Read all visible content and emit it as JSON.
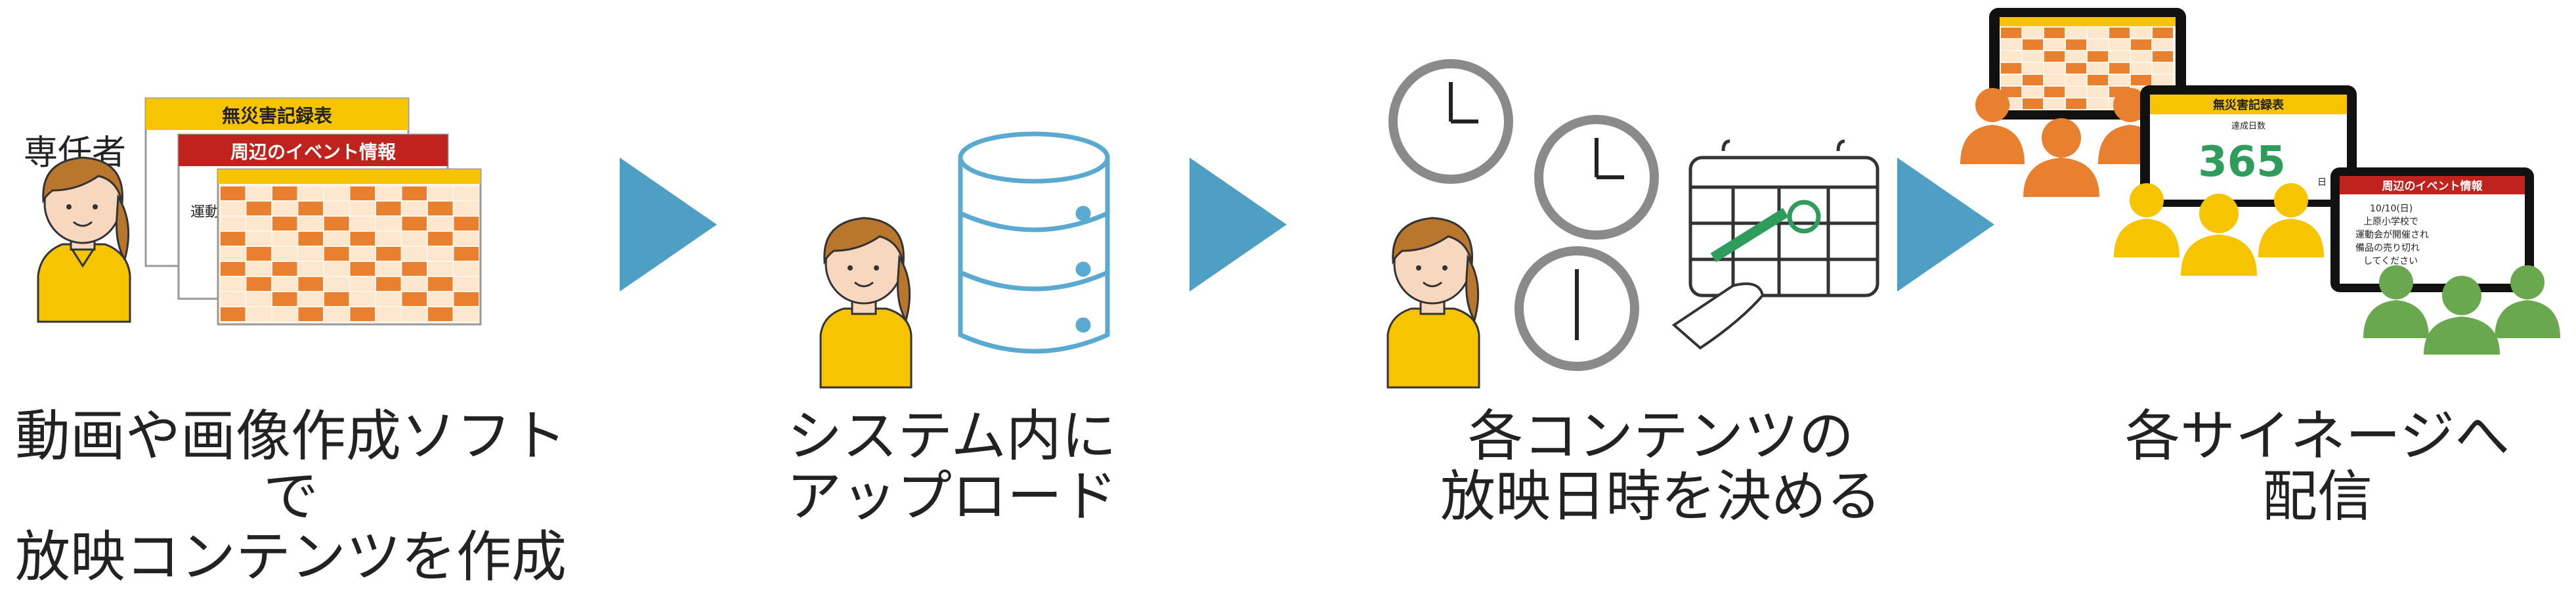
{
  "step1": {
    "role_label": "専任者",
    "card_title_1": "無災害記録表",
    "card_title_2": "周辺のイベント情報",
    "card_snippet": "運動\n備品",
    "caption_line1": "動画や画像作成ソフトで",
    "caption_line2": "放映コンテンツを作成"
  },
  "step2": {
    "caption_line1": "システム内に",
    "caption_line2": "アップロード"
  },
  "step3": {
    "caption_line1": "各コンテンツの",
    "caption_line2": "放映日時を決める"
  },
  "step4": {
    "screen_title_1": "無災害記録表",
    "screen_subtitle": "達成日数",
    "screen_value": "365",
    "screen_unit": "日",
    "screen_title_2": "周辺のイベント情報",
    "event_date": "10/10(日)",
    "event_line1": "上原小学校で",
    "event_line2": "運動会が開催され",
    "event_line3": "備品の売り切れ",
    "event_line4": "してください",
    "caption_line1": "各サイネージへ",
    "caption_line2": "配信"
  },
  "colors": {
    "arrow": "#4f9fc4",
    "orange": "#e8802f",
    "yellow": "#f6c400",
    "green": "#6aa84f",
    "red": "#c0231d",
    "db_stroke": "#5aa9d0"
  }
}
